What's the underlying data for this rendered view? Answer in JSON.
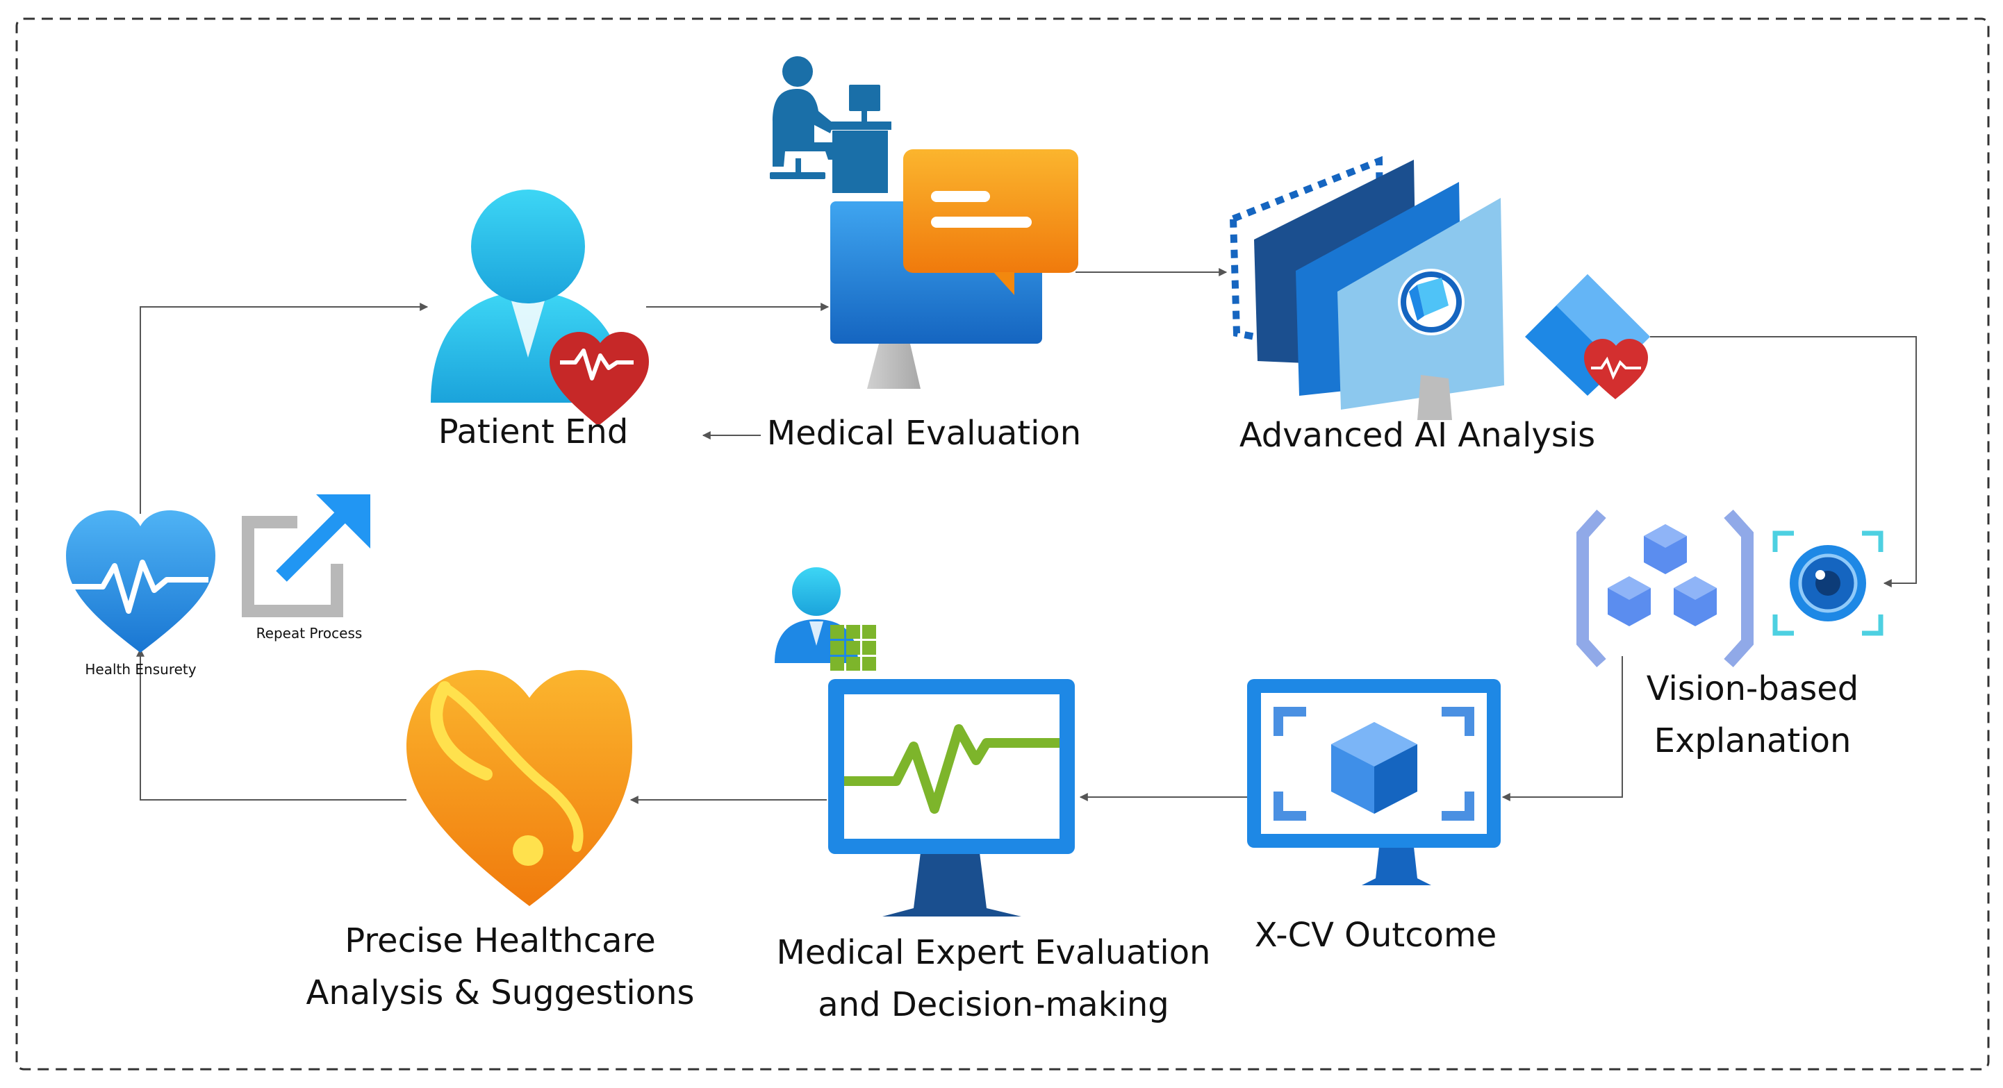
{
  "nodes": {
    "patient_end": "Patient End",
    "medical_evaluation": "Medical Evaluation",
    "advanced_ai": "Advanced AI Analysis",
    "vision_line1": "Vision-based",
    "vision_line2": "Explanation",
    "xcv_outcome": "X-CV Outcome",
    "expert_line1": "Medical Expert Evaluation",
    "expert_line2": "and Decision-making",
    "precise_line1": "Precise Healthcare",
    "precise_line2": "Analysis & Suggestions",
    "health_ensurety": "Health Ensurety",
    "repeat_process": "Repeat Process"
  },
  "colors": {
    "accent_blue": "#1E7FD8",
    "light_blue": "#3FC6F0",
    "heart_red": "#D32F2F",
    "orange": "#F7A021",
    "green": "#7DB52B",
    "connector": "#555555",
    "border": "#333333"
  }
}
